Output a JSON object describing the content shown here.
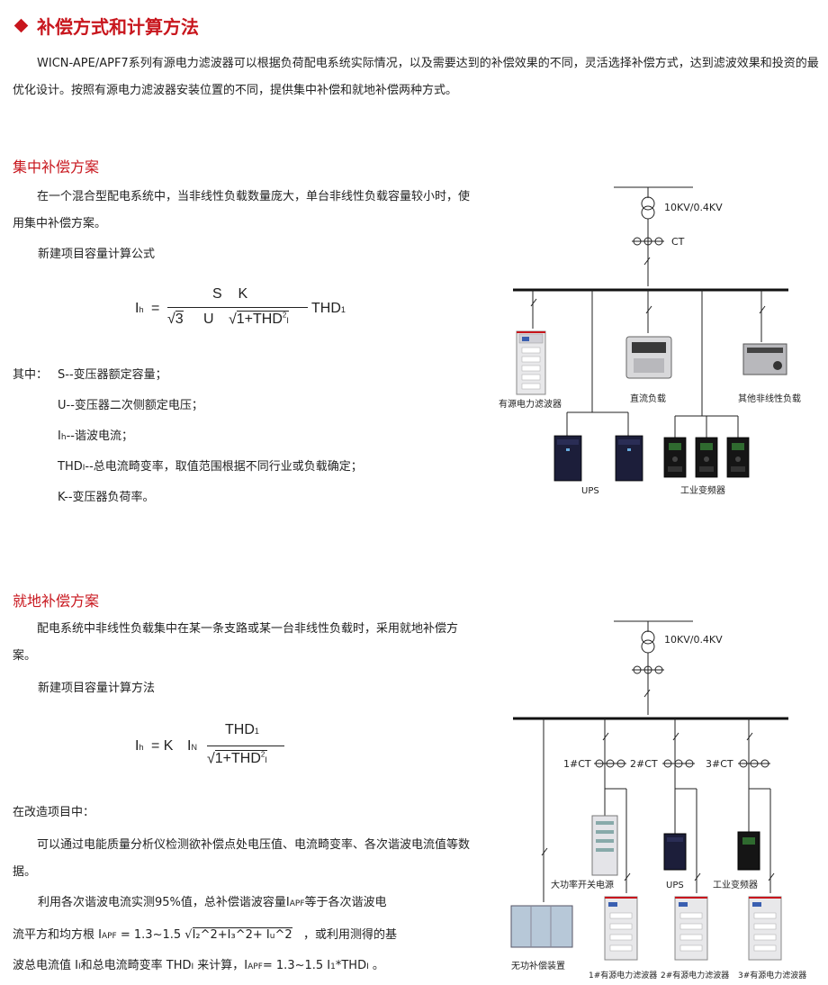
{
  "header": {
    "title": "补偿方式和计算方法",
    "intro": "WICN-APE/APF7系列有源电力滤波器可以根据负荷配电系统实际情况，以及需要达到的补偿效果的不同，灵活选择补偿方式，达到滤波效果和投资的最优化设计。按照有源电力滤波器安装位置的不同，提供集中补偿和就地补偿两种方式。"
  },
  "central": {
    "title": "集中补偿方案",
    "desc": "在一个混合型配电系统中，当非线性负载数量庞大，单台非线性负载容量较小时，使用集中补偿方案。",
    "formula_label": "新建项目容量计算公式",
    "formula": {
      "lhs": "I",
      "lhs_sub": "h",
      "eq": "=",
      "num": "S    K",
      "den_sqrt3": "3",
      "den_u": "U",
      "den_sqrt": "1+THD",
      "den_sup": "2",
      "den_sub": "I",
      "thd": "THD",
      "thd_sub": "1"
    },
    "where_label": "其中：",
    "defs": [
      "S--变压器额定容量；",
      "U--变压器二次侧额定电压；",
      "--谐波电流；",
      "--总电流畸变率，取值范围根据不同行业或负载确定；",
      "K--变压器负荷率。"
    ],
    "def_ih": "I",
    "def_ih_sub": "h",
    "def_thd": "THD",
    "def_thd_sub": "I"
  },
  "local": {
    "title": "就地补偿方案",
    "desc": "配电系统中非线性负载集中在某一条支路或某一台非线性负载时，采用就地补偿方案。",
    "formula_label": "新建项目容量计算方法",
    "formula": {
      "lhs": "I",
      "lhs_sub": "h",
      "eq": "= K",
      "in": "I",
      "in_sub": "N",
      "num": "THD",
      "num_sub": "1",
      "den": "1+THD",
      "den_sup": "2",
      "den_sub": "I"
    },
    "retrofit_label": "在改造项目中：",
    "retrofit_desc": "可以通过电能质量分析仪检测欲补偿点处电压值、电流畸变率、各次谐波电流值等数据。",
    "line1": "利用各次谐波电流实测95%值，总补偿谐波容量I",
    "line1_sub": "APF",
    "line1_tail": "等于各次谐波电",
    "line2_a": "流平方和均方根 I",
    "line2_sub": "APF",
    "line2_b": "= 1.3~1.5",
    "line2_root": "I₂^2+I₃^2+  I",
    "line2_root_sub": "u",
    "line2_root_tail": "^2",
    "line2_c": "，或利用测得的基",
    "line3_a": "波总电流值 I",
    "line3_sub1": "I",
    "line3_b": "和总电流畸变率 THD",
    "line3_sub2": "I",
    "line3_c": "来计算，I",
    "line3_sub3": "APF",
    "line3_d": "= 1.3~1.5 I",
    "line3_sub4": "1",
    "line3_e": "*THD",
    "line3_sub5": "I",
    "line3_f": " 。"
  },
  "diagram1": {
    "transformer": "10KV/0.4KV",
    "ct": "CT",
    "labels": {
      "apf": "有源电力滤波器",
      "dc_load": "直流负载",
      "other": "其他非线性负载",
      "ups": "UPS",
      "vfd": "工业变频器"
    }
  },
  "diagram2": {
    "transformer": "10KV/0.4KV",
    "ct1": "1#CT",
    "ct2": "2#CT",
    "ct3": "3#CT",
    "labels": {
      "smps": "大功率开关电源",
      "ups": "UPS",
      "vfd": "工业变频器",
      "reactive": "无功补偿装置",
      "apf1": "1#有源电力滤波器",
      "apf2": "2#有源电力滤波器",
      "apf3": "3#有源电力滤波器"
    }
  }
}
